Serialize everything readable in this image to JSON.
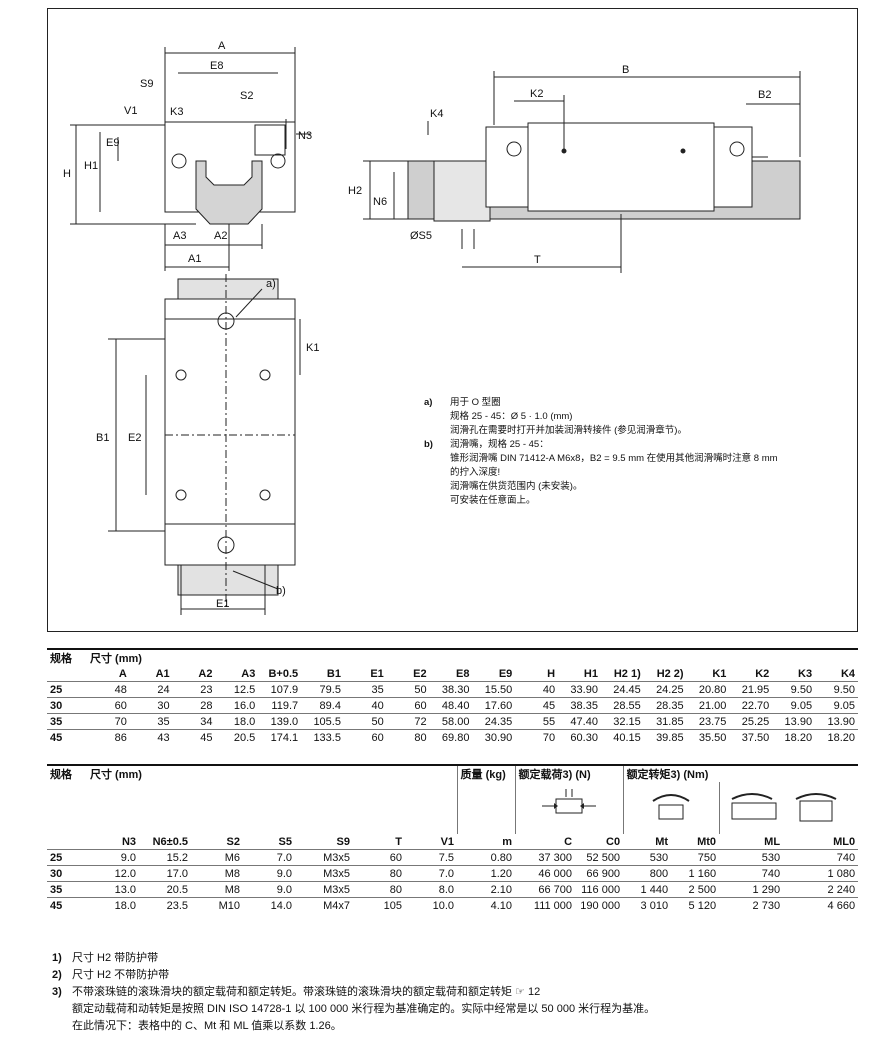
{
  "drawing": {
    "labels_left": {
      "A": "A",
      "E8": "E8",
      "S9": "S9",
      "V1": "V1",
      "K3": "K3",
      "S2": "S2",
      "N3": "N3",
      "E9": "E9",
      "H": "H",
      "H1": "H1",
      "A3": "A3",
      "A2": "A2",
      "A1": "A1"
    },
    "labels_right": {
      "B": "B",
      "K2": "K2",
      "B2": "B2",
      "K4": "K4",
      "H2": "H2",
      "N6": "N6",
      "S5": "ØS5",
      "T": "T"
    },
    "labels_bottom": {
      "a": "a)",
      "K1": "K1",
      "B1": "B1",
      "E2": "E2",
      "b": "b)",
      "E1": "E1"
    }
  },
  "notes": {
    "a_key": "a)",
    "a_lines": [
      "用于 O 型圈",
      "规格 25 - 45：Ø 5 · 1.0 (mm)",
      "润滑孔在需要时打开并加装润滑转接件 (参见润滑章节)。"
    ],
    "b_key": "b)",
    "b_title": "润滑嘴，规格 25 - 45：",
    "b_lines": [
      "锥形润滑嘴 DIN 71412-A M6x8，B2 = 9.5 mm 在使用其他润滑嘴时注意 8 mm",
      "的拧入深度!",
      "润滑嘴在供货范围内 (未安装)。",
      "可安装在任意面上。"
    ]
  },
  "table1": {
    "h_size": "规格",
    "h_dims": "尺寸 (mm)",
    "columns": [
      "A",
      "A1",
      "A2",
      "A3",
      "B+0.5",
      "B1",
      "E1",
      "E2",
      "E8",
      "E9",
      "H",
      "H1",
      "H2 1)",
      "H2 2)",
      "K1",
      "K2",
      "K3",
      "K4"
    ],
    "rows": [
      {
        "size": "25",
        "vals": [
          "48",
          "24",
          "23",
          "12.5",
          "107.9",
          "79.5",
          "35",
          "50",
          "38.30",
          "15.50",
          "40",
          "33.90",
          "24.45",
          "24.25",
          "20.80",
          "21.95",
          "9.50",
          "9.50"
        ]
      },
      {
        "size": "30",
        "vals": [
          "60",
          "30",
          "28",
          "16.0",
          "119.7",
          "89.4",
          "40",
          "60",
          "48.40",
          "17.60",
          "45",
          "38.35",
          "28.55",
          "28.35",
          "21.00",
          "22.70",
          "9.05",
          "9.05"
        ]
      },
      {
        "size": "35",
        "vals": [
          "70",
          "35",
          "34",
          "18.0",
          "139.0",
          "105.5",
          "50",
          "72",
          "58.00",
          "24.35",
          "55",
          "47.40",
          "32.15",
          "31.85",
          "23.75",
          "25.25",
          "13.90",
          "13.90"
        ]
      },
      {
        "size": "45",
        "vals": [
          "86",
          "43",
          "45",
          "20.5",
          "174.1",
          "133.5",
          "60",
          "80",
          "69.80",
          "30.90",
          "70",
          "60.30",
          "40.15",
          "39.85",
          "35.50",
          "37.50",
          "18.20",
          "18.20"
        ]
      }
    ]
  },
  "table2": {
    "h_size": "规格",
    "h_dims": "尺寸 (mm)",
    "h_mass": "质量 (kg)",
    "h_load": "额定载荷3) (N)",
    "h_torque": "额定转矩3) (Nm)",
    "columns": [
      "N3",
      "N6±0.5",
      "S2",
      "S5",
      "S9",
      "T",
      "V1",
      "m",
      "C",
      "C0",
      "Mt",
      "Mt0",
      "ML",
      "ML0"
    ],
    "rows": [
      {
        "size": "25",
        "vals": [
          "9.0",
          "15.2",
          "M6",
          "7.0",
          "M3x5",
          "60",
          "7.5",
          "0.80",
          "37 300",
          "52 500",
          "530",
          "750",
          "530",
          "740"
        ]
      },
      {
        "size": "30",
        "vals": [
          "12.0",
          "17.0",
          "M8",
          "9.0",
          "M3x5",
          "80",
          "7.0",
          "1.20",
          "46 000",
          "66 900",
          "800",
          "1 160",
          "740",
          "1 080"
        ]
      },
      {
        "size": "35",
        "vals": [
          "13.0",
          "20.5",
          "M8",
          "9.0",
          "M3x5",
          "80",
          "8.0",
          "2.10",
          "66 700",
          "116 000",
          "1 440",
          "2 500",
          "1 290",
          "2 240"
        ]
      },
      {
        "size": "45",
        "vals": [
          "18.0",
          "23.5",
          "M10",
          "14.0",
          "M4x7",
          "105",
          "10.0",
          "4.10",
          "111 000",
          "190 000",
          "3 010",
          "5 120",
          "2 730",
          "4 660"
        ]
      }
    ]
  },
  "footnotes": {
    "f1_key": "1)",
    "f1": "尺寸 H2 带防护带",
    "f2_key": "2)",
    "f2": "尺寸 H2 不带防护带",
    "f3_key": "3)",
    "f3": "不带滚珠链的滚珠滑块的额定载荷和额定转矩。带滚珠链的滚珠滑块的额定载荷和额定转矩 ☞ 12",
    "f3_l2": "额定动载荷和动转矩是按照 DIN ISO 14728-1 以 100 000 米行程为基准确定的。实际中经常是以 50 000 米行程为基准。",
    "f3_l3": "在此情况下：表格中的 C、Mt 和 ML 值乘以系数 1.26。"
  },
  "colors": {
    "line": "#222222",
    "fill_gray": "#cfcfcf",
    "rail": "#bdbdbd"
  }
}
